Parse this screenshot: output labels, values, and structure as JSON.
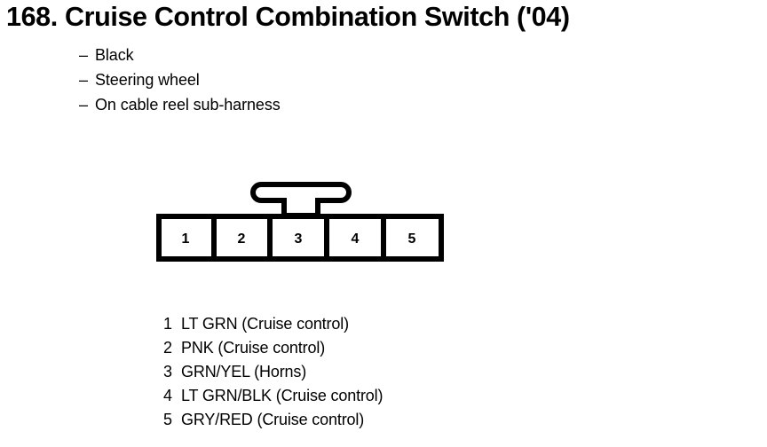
{
  "page": {
    "title": "168. Cruise Control Combination Switch ('04)"
  },
  "notes": {
    "dash": "–",
    "items": [
      {
        "text": "Black"
      },
      {
        "text": "Steering wheel"
      },
      {
        "text": "On cable reel sub-harness"
      }
    ]
  },
  "connector": {
    "name": "5-cavity connector",
    "cavity_count": 5,
    "cavities": [
      {
        "number": "1"
      },
      {
        "number": "2"
      },
      {
        "number": "3"
      },
      {
        "number": "4"
      },
      {
        "number": "5"
      }
    ],
    "latch": {
      "name": "locking-tab",
      "shape": "t-shaped",
      "over_cavity": "3"
    },
    "colors": {
      "outline": "#000000",
      "fill": "#ffffff"
    }
  },
  "pin_legend": {
    "rows": [
      {
        "pin": "1",
        "description": "LT GRN (Cruise control)"
      },
      {
        "pin": "2",
        "description": "PNK (Cruise control)"
      },
      {
        "pin": "3",
        "description": "GRN/YEL (Horns)"
      },
      {
        "pin": "4",
        "description": "LT GRN/BLK (Cruise control)"
      },
      {
        "pin": "5",
        "description": "GRY/RED (Cruise control)"
      }
    ]
  }
}
